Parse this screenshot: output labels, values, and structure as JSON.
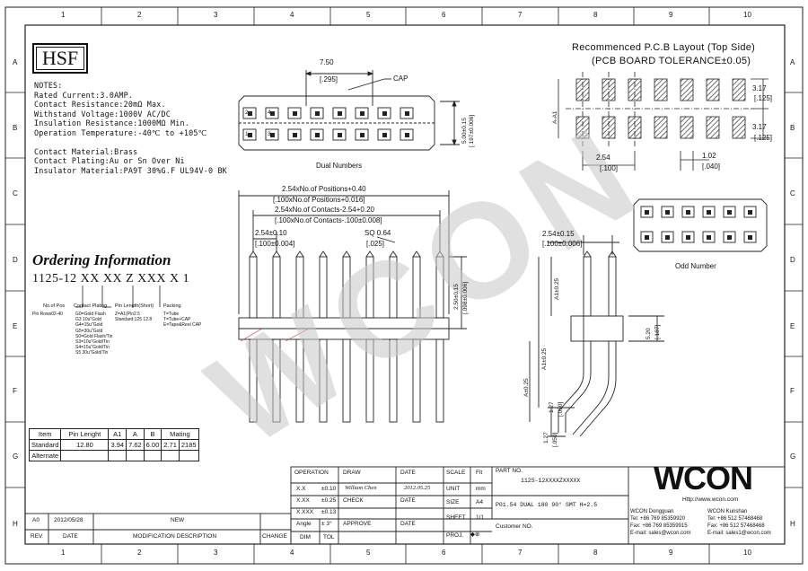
{
  "border": {
    "cols": [
      "1",
      "2",
      "3",
      "4",
      "5",
      "6",
      "7",
      "8",
      "9",
      "10"
    ],
    "rows": [
      "A",
      "B",
      "C",
      "D",
      "E",
      "F",
      "G",
      "H"
    ]
  },
  "logo_text": "HSF",
  "notes": [
    "NOTES:",
    "Rated Current:3.0AMP.",
    "Contact Resistance:20mΩ Max.",
    "Withstand Voltage:1000V AC/DC",
    "Insulation Resistance:1000MΩ Min.",
    "Operation Temperature:-40℃ to +105℃",
    "",
    "Contact Material:Brass",
    "Contact Plating:Au or Sn Over Ni",
    "Insulator Material:PA9T 30%G.F UL94V-0 BK"
  ],
  "ordering": {
    "title": "Ordering Information",
    "code": "1125-12 XX XX Z XXX X 1",
    "labels": [
      "No.of Pos",
      "Contact Plating",
      "Pin Length(Short)",
      "Packing"
    ],
    "col1": [
      "Pin Rows02-40"
    ],
    "col2": [
      "G0=Gold Flash",
      "G3 10u\"Gold",
      "G4=15u\"Gold",
      "G5=30u\"Gold",
      "S0=Gold Flash/Tin",
      "S3=10u\"Gold/Tin",
      "S4=15u\"Gold/Tin",
      "S5 30u\"Gold/Tin"
    ],
    "col3": [
      "Z=A1(Pin2.5",
      "Standard:125 12.8"
    ],
    "col4": [
      "T=Tube",
      "T=Tube+CAP",
      "E=Tape&Reel CAP"
    ]
  },
  "pin_table": {
    "headers": [
      "Item",
      "Pin Lenght",
      "A1",
      "A",
      "B",
      "Mating"
    ],
    "rows": [
      [
        "Standard",
        "12.80",
        "3.94",
        "7.62",
        "6.00",
        "2.71",
        "2185"
      ],
      [
        "Alternate",
        "",
        "",
        "",
        "",
        "",
        ""
      ]
    ]
  },
  "dual": {
    "caption": "Dual Numbers",
    "pitch": "7.50",
    "pitch_in": "[.295]",
    "cap": "CAP",
    "height": "5.00±0.15",
    "height_in": "[.197±0.006]",
    "pins_top": [
      "2",
      "4"
    ],
    "pins_bottom": [
      "1",
      "3"
    ]
  },
  "odd": {
    "caption": "Odd Number"
  },
  "pcb": {
    "title1": "Recommenced P.C.B Layout (Top Side)",
    "title2": "(PCB BOARD TOLERANCE±0.05)",
    "a_a1": "A-A1",
    "d1": "3.17",
    "d1_in": "[.125]",
    "d2": "3.17",
    "d2_in": "[.125]",
    "d3": "2.54",
    "d3_in": "[.100]",
    "d4": "1.02",
    "d4_in": "[.040]"
  },
  "front": {
    "dim1": "2.54xNo.of Positions+0.40",
    "dim1_in": "[.100xNo.of Positions+0.016]",
    "dim2": "2.54xNo.of Contacts-2.54+0.20",
    "dim2_in": "[.100xNo.of Contacts-.100±0.008]",
    "dim3": "2.54±0.10",
    "dim3_in": "[.100±0.004]",
    "dim4": "SQ 0.64",
    "dim4_in": "[.025]",
    "dim5": "2.50±0.15",
    "dim5_in": "[.098±0.006]"
  },
  "side": {
    "dim1": "2.54±0.15",
    "dim1_in": "[.100±0.006]",
    "a1": "A1±0.25",
    "a1b": "A1±0.25",
    "a": "A±0.25",
    "h": "5.20",
    "h_in": "[.187]",
    "d127a": "1.27",
    "d127a_in": "[.050]",
    "d127b": "1.27",
    "d127b_in": "[.050]"
  },
  "title_block": {
    "operation": "OPERATION",
    "draw": "DRAW",
    "date": "DATE",
    "scale": "SCALE",
    "scale_val": "Fit",
    "part_no": "PART NO.",
    "part_val": "1125-12XXXXZXXXXX",
    "drawer": "William Chen",
    "draw_date": "2012.05.25",
    "check": "CHECK",
    "unit": "UNIT",
    "unit_val": "mm",
    "approve": "APPROVE",
    "size": "SIZE",
    "size_val": "A4",
    "sheet": "SHEET",
    "sheet_val": "1/1",
    "proj": "PROJ.",
    "title_val": "P01.54 DUAL 180 90° SMT H=2.5",
    "customer": "Customer NO.",
    "xx": "X.X",
    "xx_tol": "±0.10",
    "xxx": "X.XX",
    "xxx_tol": "±0.25",
    "xxxx": "X.XXX",
    "xxxx_tol": "±0.13",
    "angle": "Angle",
    "angle_tol": "± 3°",
    "dim": "DIM",
    "tol": "TOL",
    "rev_row": [
      "A0",
      "2012/05/28",
      "NEW"
    ],
    "rev_head": [
      "REV",
      "DATE",
      "MODIFICATION DESCRIPTION",
      "CHANGE"
    ]
  },
  "company": {
    "logo": "WCON",
    "url": "Http://www.wcon.com",
    "dg_name": "WCON Dongguan",
    "dg_tel": "Tel: +86 769 85359920",
    "dg_fax": "Fax: +86 769 85359915",
    "dg_mail": "E-mail: sales@wcon.com",
    "ks_name": "WCON Kunshan",
    "ks_tel": "Tel: +86 512 57468468",
    "ks_fax": "Fax: +86 512 57468468",
    "ks_mail": "E-mail: sales1@wcon.com"
  },
  "watermark": "WCON"
}
